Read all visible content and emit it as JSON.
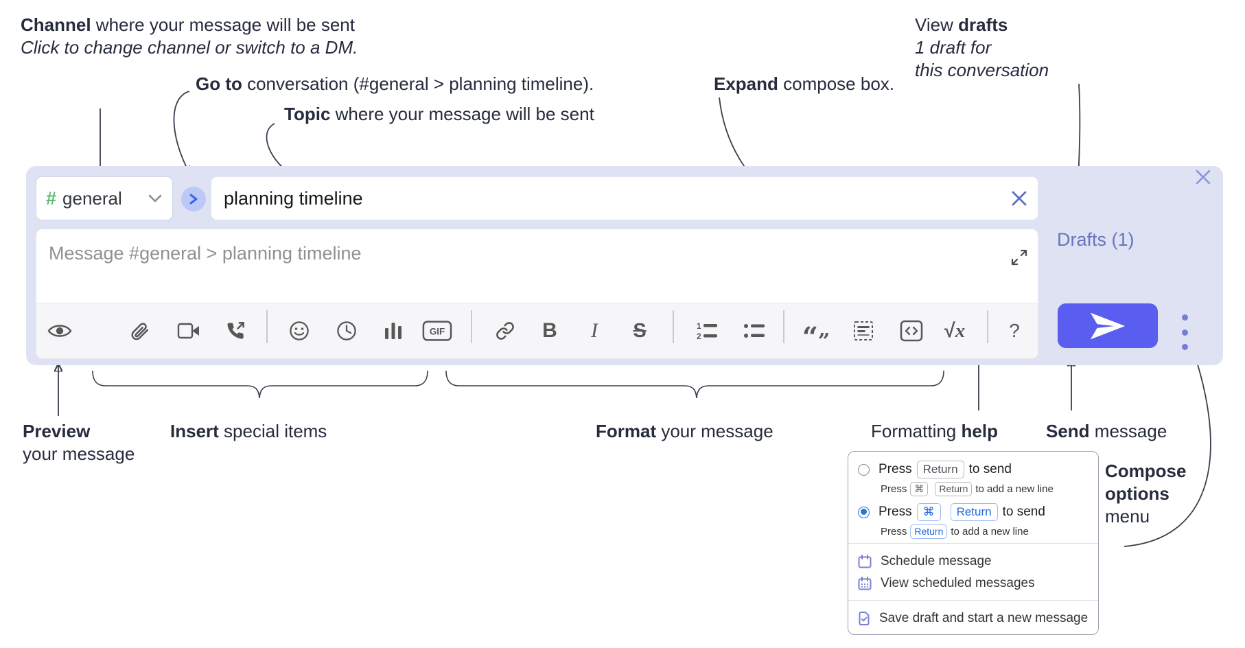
{
  "annotations": {
    "channel": {
      "bold": "Channel",
      "rest": " where your message will be sent",
      "line2": "Click to change channel or switch to a DM."
    },
    "goto": {
      "bold": "Go to",
      "rest": " conversation (#general > planning timeline)."
    },
    "topic": {
      "bold": "Topic",
      "rest": " where your message will be sent"
    },
    "expand": {
      "bold": "Expand",
      "rest": " compose box."
    },
    "drafts": {
      "pre": "View ",
      "bold": "drafts",
      "line2": "1 draft for",
      "line3": "this conversation"
    },
    "preview": {
      "bold": "Preview",
      "line2": "your message"
    },
    "insert": {
      "bold": "Insert",
      "rest": " special items"
    },
    "format": {
      "bold": "Format",
      "rest": " your message"
    },
    "help": {
      "pre": "Formatting ",
      "bold": "help"
    },
    "send": {
      "bold": "Send",
      "rest": " message"
    },
    "compose_options": {
      "bold1": "Compose",
      "bold2": "options",
      "line3": "menu"
    }
  },
  "compose": {
    "channel": {
      "hash": "#",
      "name": "general"
    },
    "topic_value": "planning timeline",
    "message_placeholder": "Message #general > planning timeline",
    "drafts_link": "Drafts (1)",
    "toolbar": {
      "gif": "GIF",
      "bold": "B",
      "italic": "I",
      "strike": "S",
      "num1": "1",
      "num2": "2",
      "quote_open": "“",
      "quote_close": "”",
      "sqrt": "√",
      "math_x": "x",
      "help": "?"
    }
  },
  "menu": {
    "opt1": {
      "press": "Press",
      "key": "Return",
      "post": "to send"
    },
    "opt1sub": {
      "press": "Press",
      "key1": "⌘",
      "key2": "Return",
      "post": "to add a new line"
    },
    "opt2": {
      "press": "Press",
      "key1": "⌘",
      "key2": "Return",
      "post": "to send"
    },
    "opt2sub": {
      "press": "Press",
      "key": "Return",
      "post": "to add a new line"
    },
    "item1": "Schedule message",
    "item2": "View scheduled messages",
    "item3": "Save draft and start a new message"
  },
  "colors": {
    "accent": "#5a5ef0",
    "container": "#dee2f3",
    "drafts_link": "#6a73c2",
    "channel_green": "#5dba6f",
    "radio_selected": "#2f72d8"
  }
}
